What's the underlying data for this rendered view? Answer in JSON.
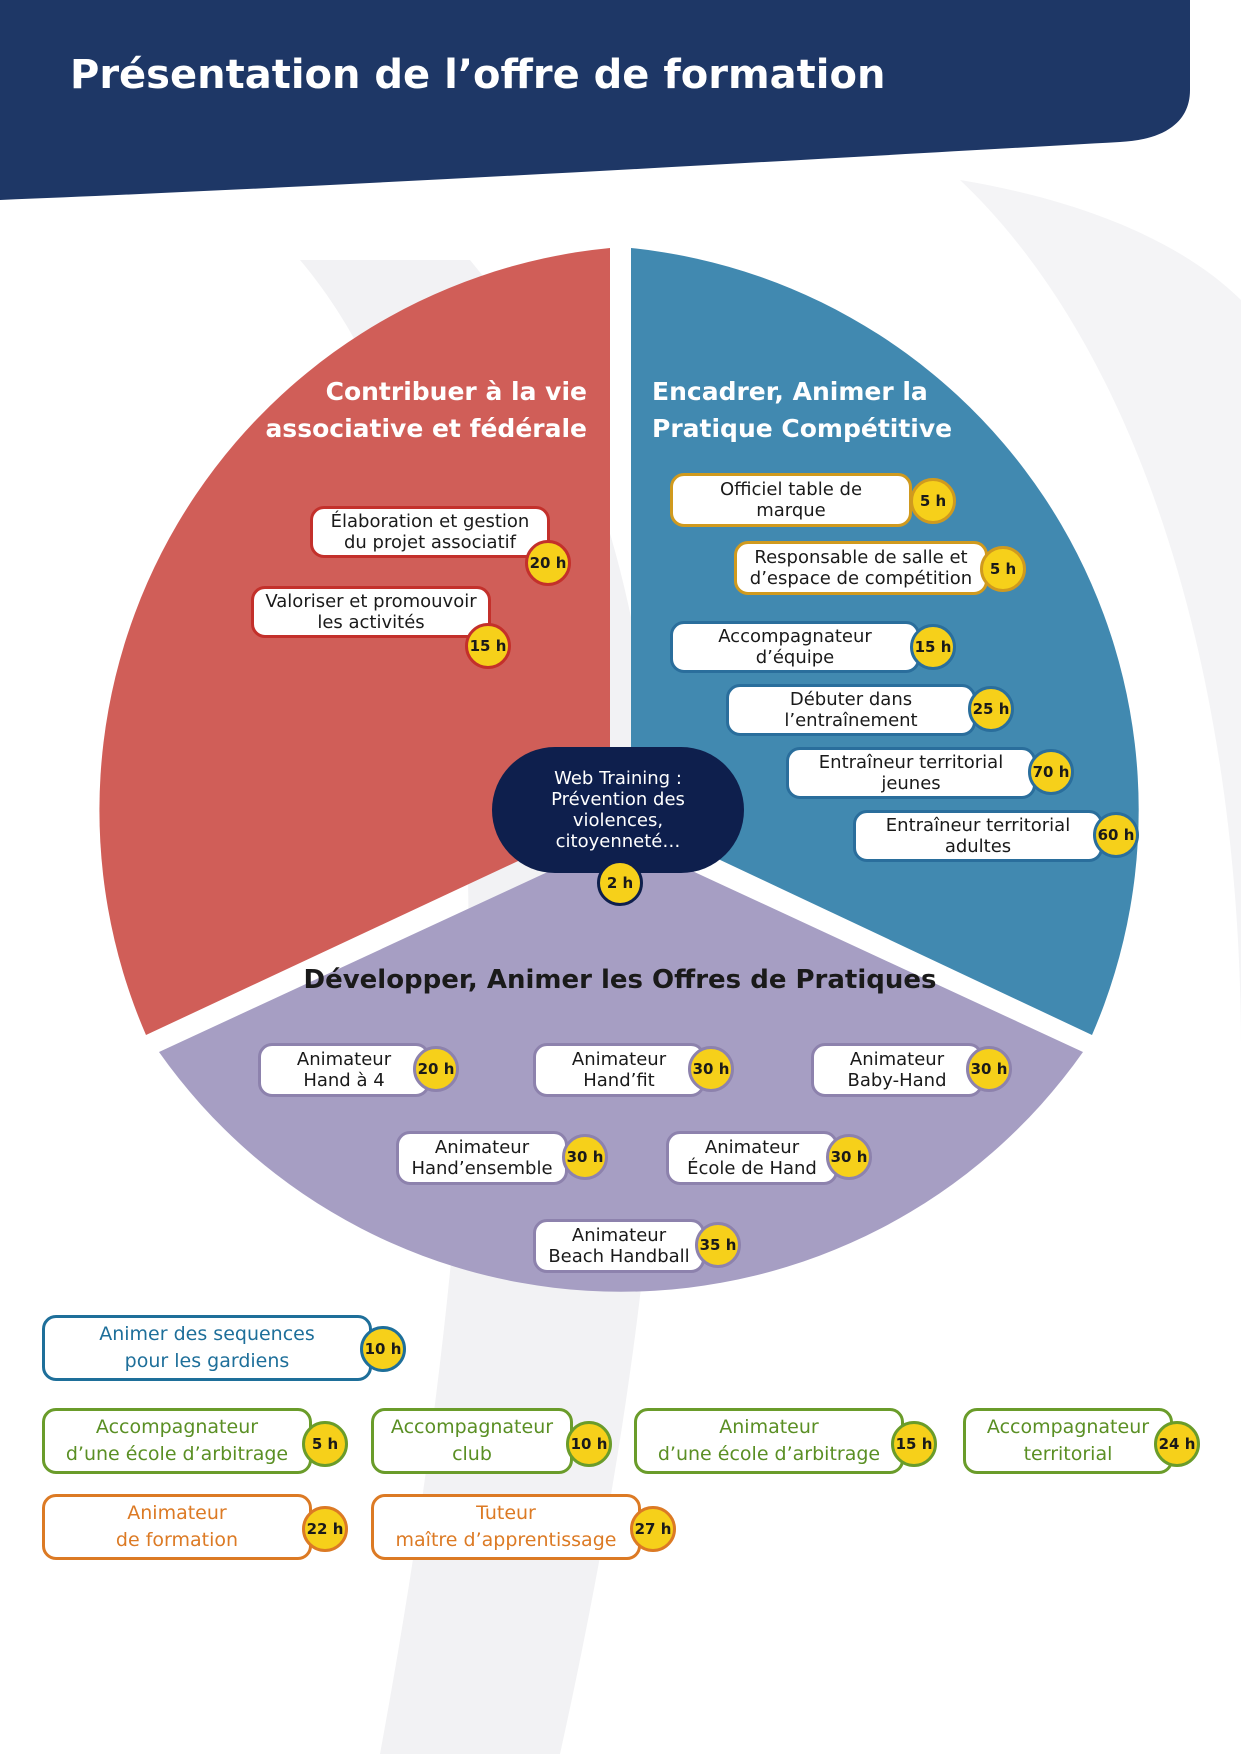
{
  "header": {
    "title": "Présentation de l’offre de formation"
  },
  "colors": {
    "header": "#1e3766",
    "sector_red": "#d05e58",
    "sector_blue": "#4189b0",
    "sector_purple": "#a69ec3",
    "badge": "#f6d01a",
    "web_training": "#0e1f4d"
  },
  "sectors": {
    "red": {
      "title": "Contribuer à la vie\nassociative et fédérale",
      "modules": [
        {
          "label": "Élaboration et gestion\ndu projet associatif",
          "hours": "20 h"
        },
        {
          "label": "Valoriser et promouvoir\nles activités",
          "hours": "15 h"
        }
      ]
    },
    "blue": {
      "title": "Encadrer, Animer la\nPratique Compétitive",
      "modules": [
        {
          "label": "Officiel table de\nmarque",
          "hours": "5 h"
        },
        {
          "label": "Responsable de salle et\nd’espace de compétition",
          "hours": "5 h"
        },
        {
          "label": "Accompagnateur\nd’équipe",
          "hours": "15 h"
        },
        {
          "label": "Débuter dans\nl’entraînement",
          "hours": "25 h"
        },
        {
          "label": "Entraîneur territorial\njeunes",
          "hours": "70 h"
        },
        {
          "label": "Entraîneur territorial\nadultes",
          "hours": "60 h"
        }
      ]
    },
    "purple": {
      "title": "Développer, Animer les Offres de Pratiques",
      "modules": [
        {
          "label": "Animateur\nHand à 4",
          "hours": "20 h"
        },
        {
          "label": "Animateur\nHand’fit",
          "hours": "30 h"
        },
        {
          "label": "Animateur\nBaby-Hand",
          "hours": "30 h"
        },
        {
          "label": "Animateur\nHand’ensemble",
          "hours": "30 h"
        },
        {
          "label": "Animateur\nÉcole de Hand",
          "hours": "30 h"
        },
        {
          "label": "Animateur\nBeach Handball",
          "hours": "35 h"
        }
      ]
    }
  },
  "web_training": {
    "label": "Web Training :\nPrévention des\nviolences,\ncitoyenneté…",
    "hours": "2 h"
  },
  "other_modules": [
    {
      "label": "Animer des sequences\npour les gardiens",
      "hours": "10 h"
    },
    {
      "label": "Accompagnateur\nd’une école d’arbitrage",
      "hours": "5 h"
    },
    {
      "label": "Accompagnateur\nclub",
      "hours": "10 h"
    },
    {
      "label": "Animateur\nd’une école d’arbitrage",
      "hours": "15 h"
    },
    {
      "label": "Accompagnateur\nterritorial",
      "hours": "24 h"
    },
    {
      "label": "Animateur\nde formation",
      "hours": "22 h"
    },
    {
      "label": "Tuteur\nmaître d’apprentissage",
      "hours": "27 h"
    }
  ]
}
